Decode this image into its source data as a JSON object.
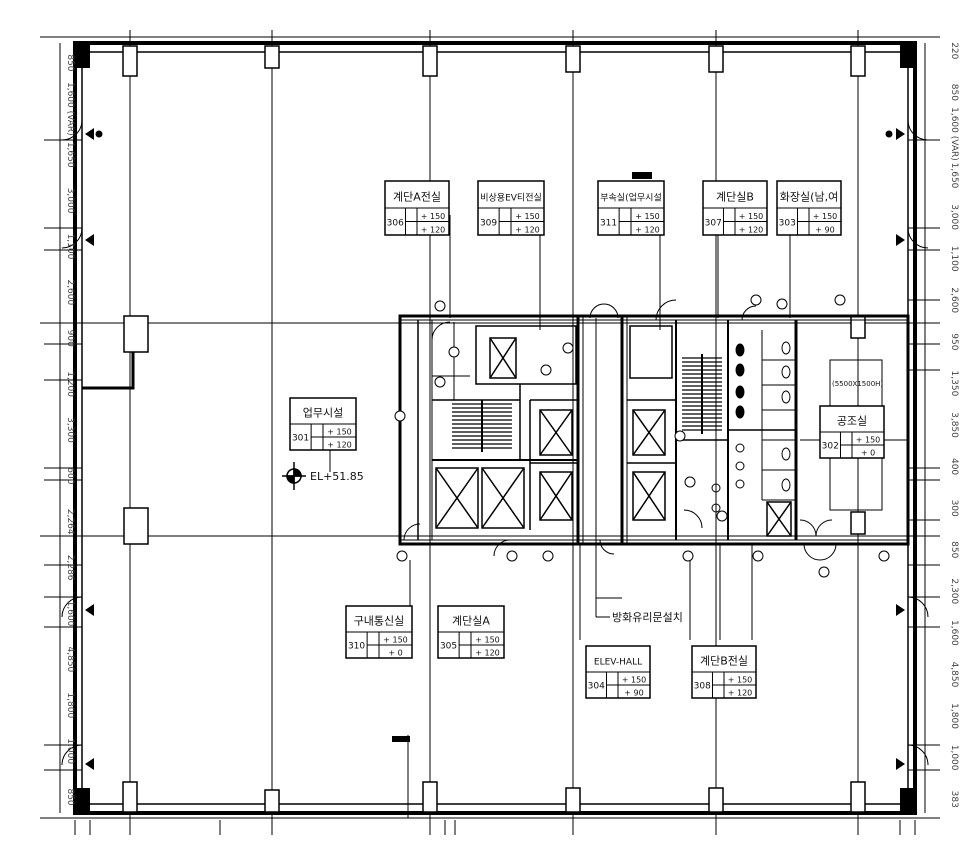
{
  "plan": {
    "elevation_label": "EL+51.85",
    "fire_shutter_label": "방화유리문설치",
    "equipment_label": "(5500X1500H)",
    "rooms": [
      {
        "id": "room-306",
        "name": "계단A전실",
        "number": "306",
        "h1": "+ 150",
        "h2": "+ 120"
      },
      {
        "id": "room-309",
        "name": "비상용EV티전실",
        "number": "309",
        "h1": "+ 150",
        "h2": "+ 120"
      },
      {
        "id": "room-311",
        "name": "부속실(업무시설",
        "number": "311",
        "h1": "+ 150",
        "h2": "+ 120"
      },
      {
        "id": "room-307",
        "name": "계단실B",
        "number": "307",
        "h1": "+ 150",
        "h2": "+ 120"
      },
      {
        "id": "room-303",
        "name": "화장실(남,여",
        "number": "303",
        "h1": "+ 150",
        "h2": "+ 90"
      },
      {
        "id": "room-301",
        "name": "업무시설",
        "number": "301",
        "h1": "+ 150",
        "h2": "+ 120"
      },
      {
        "id": "room-302",
        "name": "공조실",
        "number": "302",
        "h1": "+ 150",
        "h2": "+ 0"
      },
      {
        "id": "room-310",
        "name": "구내통신실",
        "number": "310",
        "h1": "+ 150",
        "h2": "+ 0"
      },
      {
        "id": "room-305",
        "name": "계단실A",
        "number": "305",
        "h1": "+ 150",
        "h2": "+ 120"
      },
      {
        "id": "room-304",
        "name": "ELEV-HALL",
        "number": "304",
        "h1": "+ 150",
        "h2": "+ 90"
      },
      {
        "id": "room-308",
        "name": "계단B전실",
        "number": "308",
        "h1": "+ 150",
        "h2": "+ 120"
      }
    ],
    "left_dimensions": [
      "850",
      "1,600 (VAR)",
      "1,650",
      "3,000",
      "1,100",
      "2,600",
      "900",
      "1,200",
      "3,300",
      "600",
      "2,264",
      "2,286",
      "1,600",
      "4,850",
      "1,800",
      "1,000",
      "850"
    ],
    "right_dimensions": [
      "220",
      "850",
      "1,600 (VAR)",
      "1,650",
      "3,000",
      "1,100",
      "2,600",
      "950",
      "1,350",
      "3,850",
      "400",
      "300",
      "850",
      "2,300",
      "1,600",
      "4,850",
      "1,800",
      "1,000",
      "383"
    ]
  }
}
